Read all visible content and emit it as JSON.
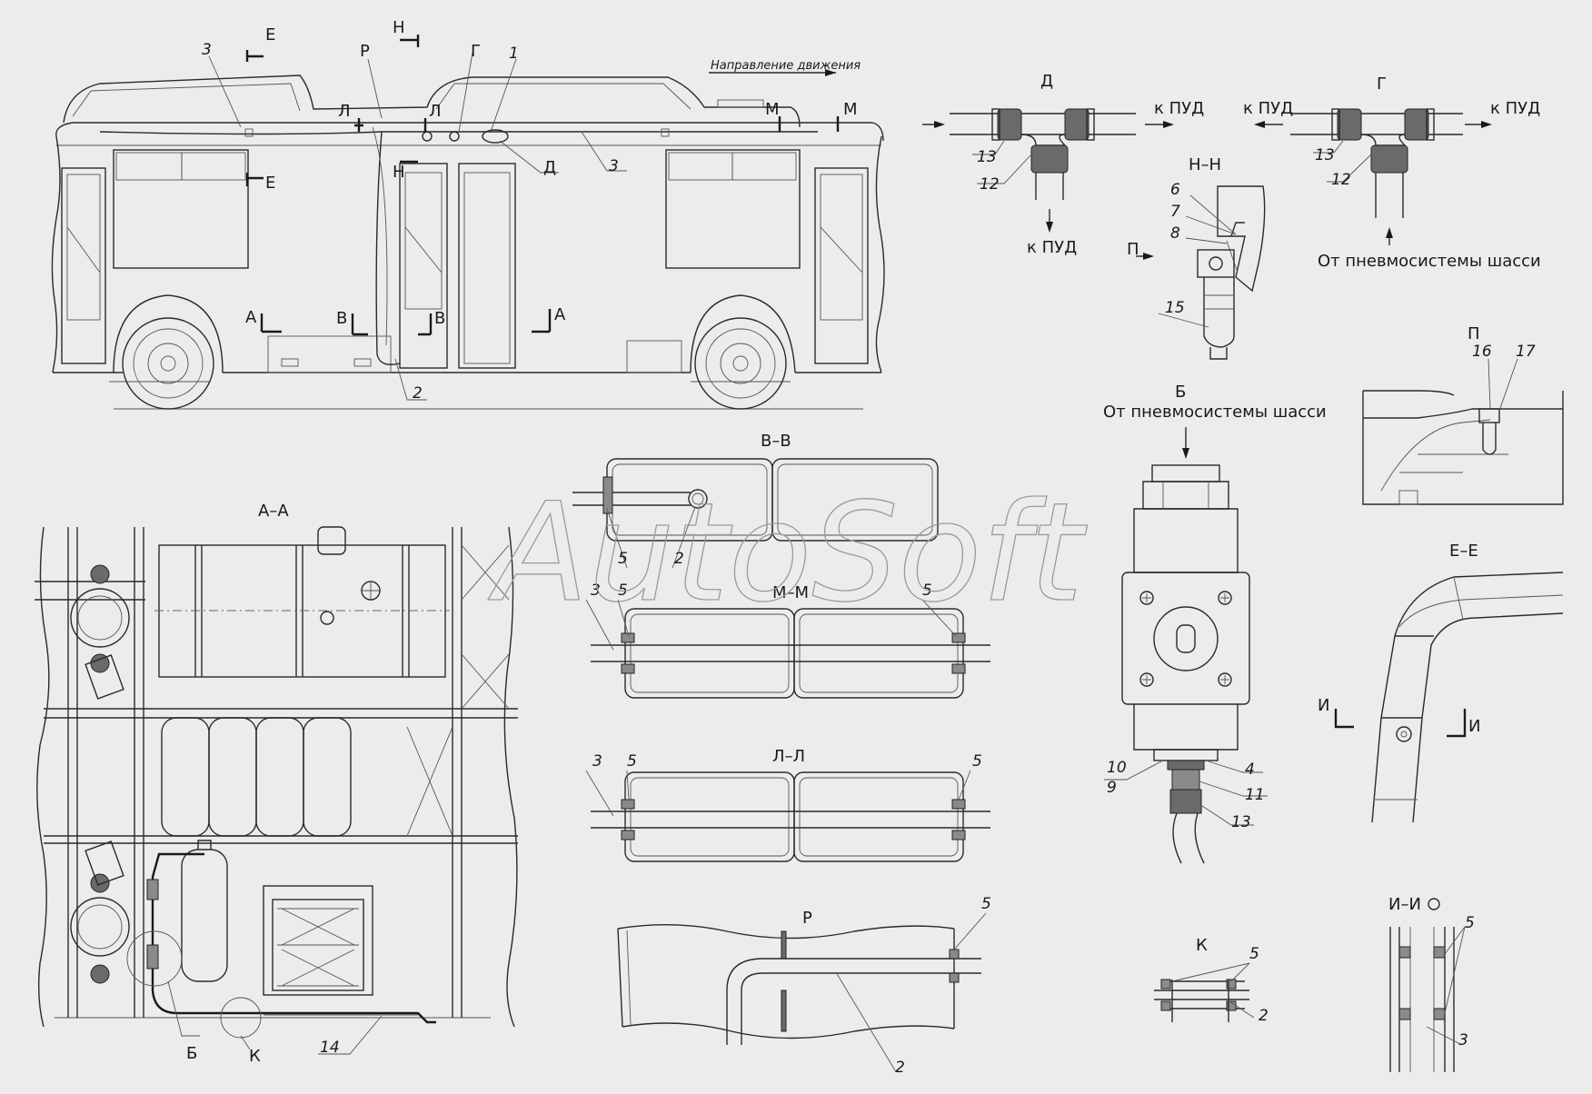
{
  "watermark": "AutoSoft",
  "direction_label": "Направление движения",
  "bus_view": {
    "section_marks": [
      "Е",
      "Е",
      "Н",
      "Н",
      "Л",
      "Л",
      "М",
      "М",
      "А",
      "А",
      "В",
      "В",
      "Р",
      "Г",
      "Д"
    ],
    "callouts": [
      "1",
      "2",
      "3",
      "3"
    ]
  },
  "view_D": {
    "title": "Д",
    "to_pud_right": "к ПУД",
    "to_pud_down": "к ПУД",
    "n13": "13",
    "n12": "12"
  },
  "view_G": {
    "title": "Г",
    "to_pud_left": "к ПУД",
    "to_pud_right": "к ПУД",
    "from": "От пневмосистемы шасси",
    "n13": "13",
    "n12": "12"
  },
  "view_NN": {
    "title": "Н–Н",
    "arrow": "П",
    "n6": "6",
    "n7": "7",
    "n8": "8",
    "n15": "15"
  },
  "view_P": {
    "title": "П",
    "n16": "16",
    "n17": "17"
  },
  "view_B": {
    "title": "Б",
    "subtitle": "От пневмосистемы шасси",
    "n10": "10",
    "n9": "9",
    "n4": "4",
    "n11": "11",
    "n13": "13"
  },
  "view_EE": {
    "title": "Е–Е",
    "mark_left": "И",
    "mark_right": "И"
  },
  "view_AA": {
    "title": "А–А",
    "lbl_b": "Б",
    "lbl_k": "К",
    "n14": "14"
  },
  "view_VV": {
    "title": "В–В",
    "n5": "5",
    "n2": "2"
  },
  "view_MM": {
    "title": "М–М",
    "n3": "3",
    "n5a": "5",
    "n5b": "5"
  },
  "view_LL": {
    "title": "Л–Л",
    "n3": "3",
    "n5a": "5",
    "n5b": "5"
  },
  "view_R": {
    "title": "Р",
    "n5": "5",
    "n2": "2"
  },
  "view_K": {
    "title": "К",
    "n5": "5",
    "n2": "2"
  },
  "view_II": {
    "title": "И–И",
    "n5": "5",
    "n3": "3"
  }
}
